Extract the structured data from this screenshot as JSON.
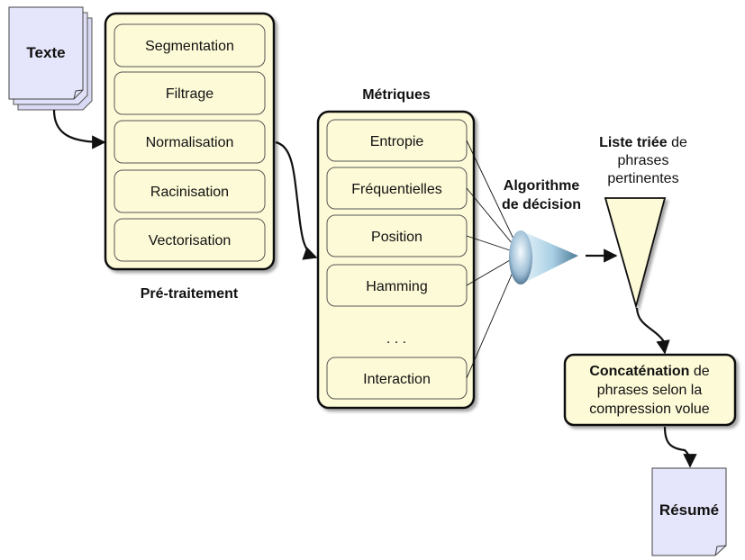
{
  "input_document": {
    "label": "Texte",
    "icon": "document-icon"
  },
  "preprocessing": {
    "title": "Pré-traitement",
    "steps": [
      "Segmentation",
      "Filtrage",
      "Normalisation",
      "Racinisation",
      "Vectorisation"
    ]
  },
  "metrics": {
    "title": "Métriques",
    "items": [
      "Entropie",
      "Fréquentielles",
      "Position",
      "Hamming",
      "Interaction"
    ],
    "ellipsis": ". . ."
  },
  "decision": {
    "line1": "Algorithme",
    "line2": "de décision",
    "icon": "cone-icon"
  },
  "sorted_list": {
    "bold": "Liste triée",
    "rest": " de",
    "line2": "phrases",
    "line3": "pertinentes",
    "icon": "funnel-icon"
  },
  "concatenation": {
    "bold": "Concaténation",
    "rest": " de",
    "line2": "phrases selon la",
    "line3": "compression volue"
  },
  "output_document": {
    "label": "Résumé",
    "icon": "document-icon"
  },
  "colors": {
    "panel_fill": "#fdfad7",
    "panel_border": "#111111",
    "document_fill": "#e5e5fb",
    "cone_light": "#eaf6fb",
    "cone_dark": "#3d6d8c",
    "funnel_fill": "#fdfad7"
  }
}
